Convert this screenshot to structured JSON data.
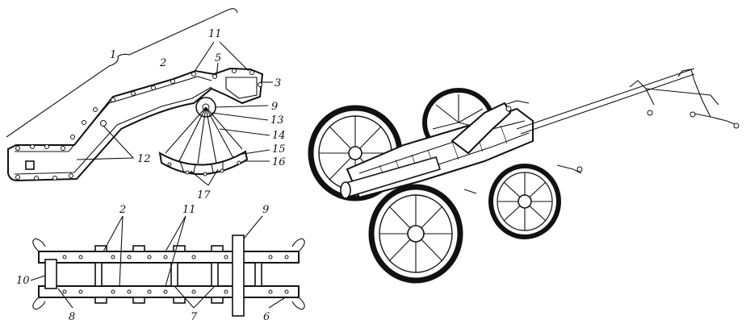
{
  "labels": {
    "l1": "1",
    "l2": "2",
    "l3": "3",
    "l5": "5",
    "l9": "9",
    "l11": "11",
    "l12": "12",
    "l13": "13",
    "l14": "14",
    "l15": "15",
    "l16": "16",
    "l17": "17",
    "b2": "2",
    "b11": "11",
    "b9": "9",
    "b10": "10",
    "b8": "8",
    "b7": "7",
    "b6": "6"
  }
}
